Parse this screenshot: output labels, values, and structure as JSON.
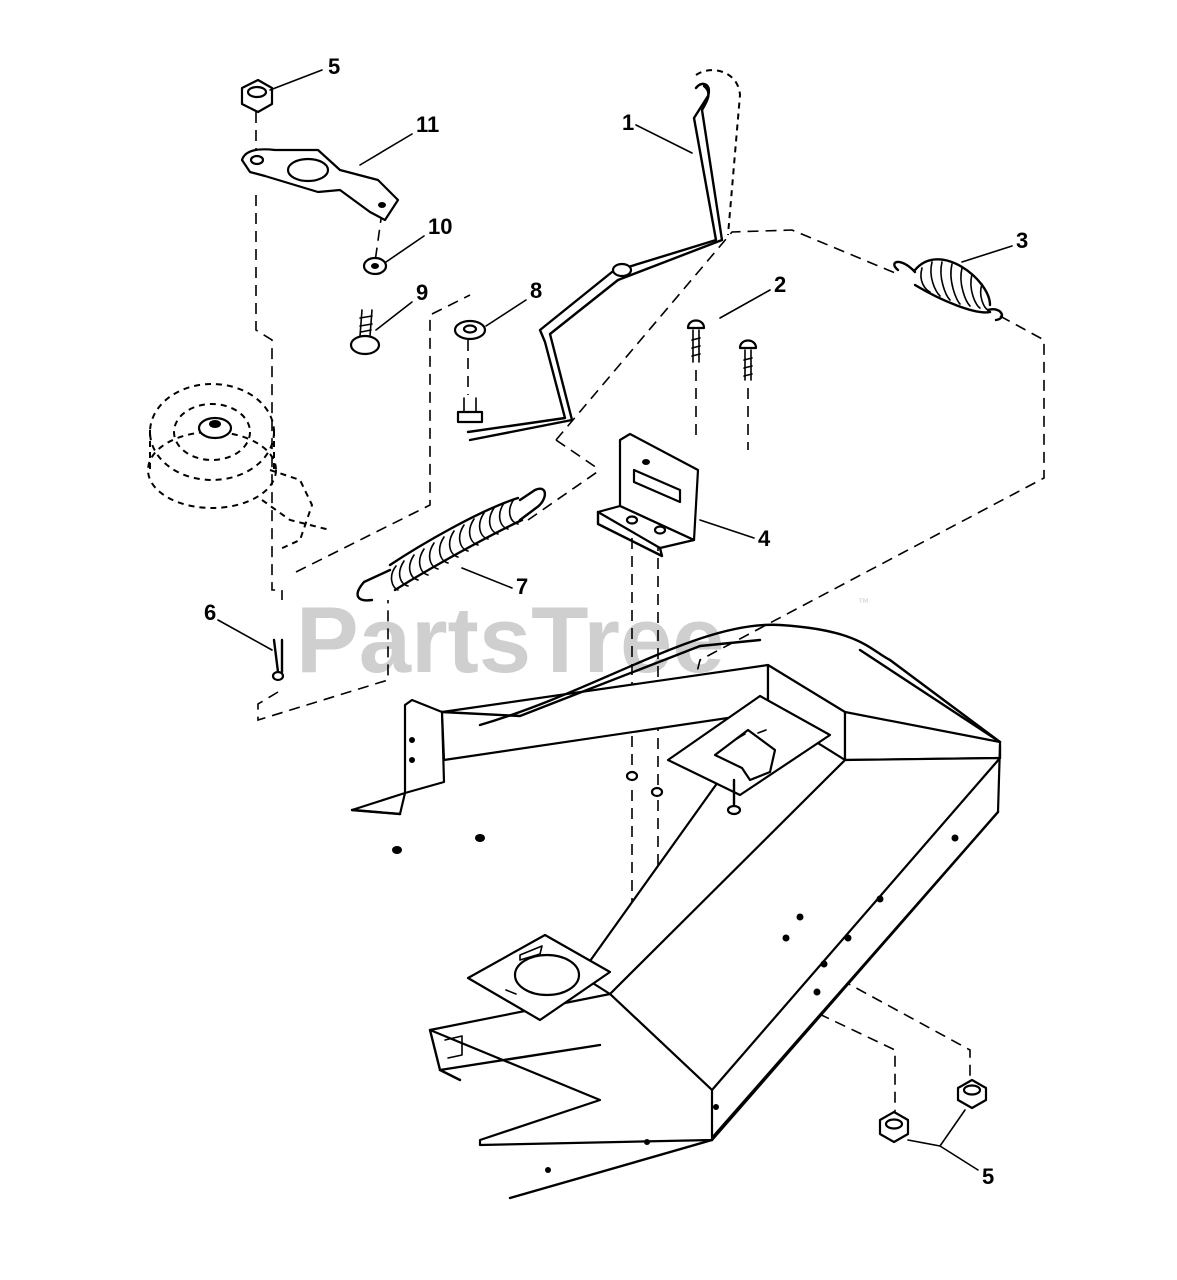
{
  "watermark": {
    "text": "PartsTree",
    "trademark": "™"
  },
  "callouts": [
    {
      "id": "c1",
      "text": "1"
    },
    {
      "id": "c2",
      "text": "2"
    },
    {
      "id": "c3",
      "text": "3"
    },
    {
      "id": "c4",
      "text": "4"
    },
    {
      "id": "c5a",
      "text": "5"
    },
    {
      "id": "c5b",
      "text": "5"
    },
    {
      "id": "c6",
      "text": "6"
    },
    {
      "id": "c7",
      "text": "7"
    },
    {
      "id": "c8",
      "text": "8"
    },
    {
      "id": "c9",
      "text": "9"
    },
    {
      "id": "c10",
      "text": "10"
    },
    {
      "id": "c11",
      "text": "11"
    }
  ]
}
